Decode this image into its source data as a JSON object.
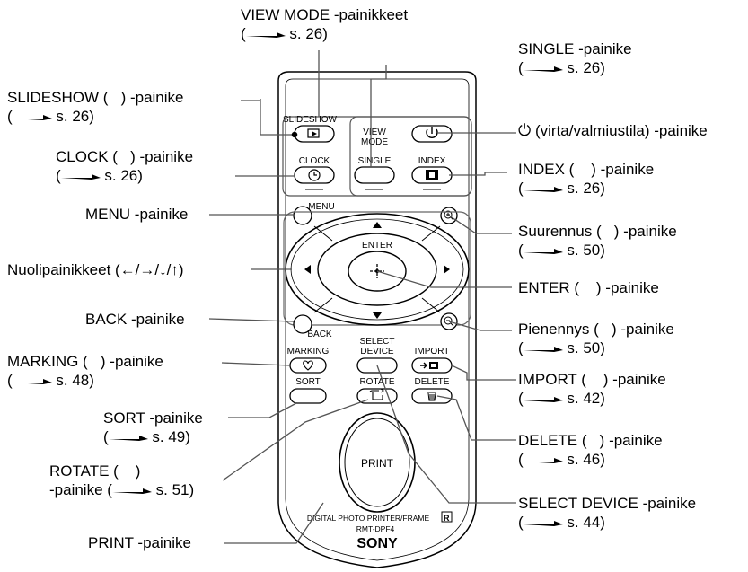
{
  "annotations": {
    "view_mode": {
      "label": "VIEW MODE -painikkeet",
      "ref": "s. 26)"
    },
    "single": {
      "label": "SINGLE -painike",
      "ref": "s. 26)"
    },
    "slideshow": {
      "label": "SLIDESHOW (   ) -painike",
      "ref": "s. 26)"
    },
    "power": {
      "label": "(virta/valmiustila) -painike"
    },
    "clock": {
      "label": "CLOCK (   ) -painike",
      "ref": "s. 26)"
    },
    "index": {
      "label": "INDEX (    ) -painike",
      "ref": "s. 26)"
    },
    "menu": {
      "label": "MENU -painike"
    },
    "zoom_in": {
      "label": "Suurennus (   ) -painike",
      "ref": "s. 50)"
    },
    "arrows": {
      "label": "Nuolipainikkeet (←/→/↓/↑)"
    },
    "enter": {
      "label": "ENTER (    ) -painike"
    },
    "back": {
      "label": "BACK -painike"
    },
    "zoom_out": {
      "label": "Pienennys (   ) -painike",
      "ref": "s. 50)"
    },
    "marking": {
      "label": "MARKING (   ) -painike",
      "ref": "s. 48)"
    },
    "import": {
      "label": "IMPORT (    ) -painike",
      "ref": "s. 42)"
    },
    "sort": {
      "label": "SORT -painike",
      "ref": "s. 49)"
    },
    "delete": {
      "label": "DELETE (   ) -painike",
      "ref": "s. 46)"
    },
    "rotate": {
      "label": "ROTATE (    )",
      "label2": "-painike (",
      "ref": "s. 51)"
    },
    "select_device": {
      "label": "SELECT DEVICE -painike",
      "ref": "s. 44)"
    },
    "print": {
      "label": "PRINT -painike"
    }
  },
  "remote": {
    "slideshow": "SLIDESHOW",
    "view_mode_line1": "VIEW",
    "view_mode_line2": "MODE",
    "clock": "CLOCK",
    "single": "SINGLE",
    "index": "INDEX",
    "menu": "MENU",
    "enter": "ENTER",
    "back": "BACK",
    "marking": "MARKING",
    "select_line1": "SELECT",
    "select_line2": "DEVICE",
    "import": "IMPORT",
    "sort": "SORT",
    "rotate": "ROTATE",
    "delete": "DELETE",
    "print": "PRINT",
    "model_line1": "DIGITAL PHOTO PRINTER/FRAME",
    "model_line2": "RMT-DPF4",
    "brand": "SONY"
  }
}
